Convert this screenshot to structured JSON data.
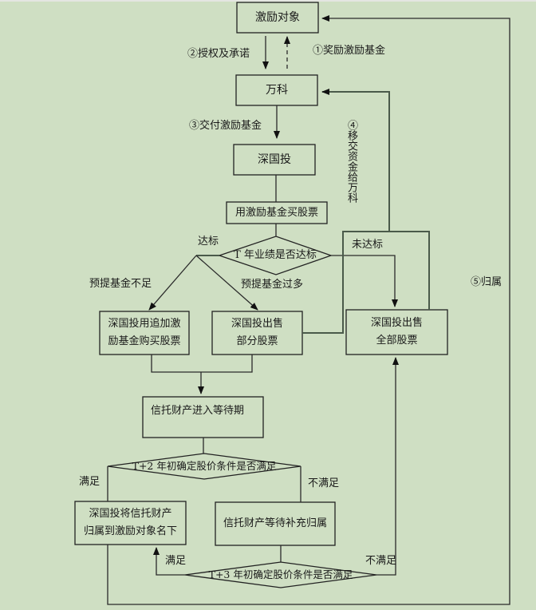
{
  "nodes": {
    "incentive_recipients": "激励对象",
    "vanke": "万科",
    "sgi": "深国投",
    "buy_stock": "用激励基金买股票",
    "decision_t": "T 年业绩是否达标",
    "buy_more_line1": "深国投用追加激",
    "buy_more_line2": "励基金购买股票",
    "sell_part_line1": "深国投出售",
    "sell_part_line2": "部分股票",
    "sell_all_line1": "深国投出售",
    "sell_all_line2": "全部股票",
    "waiting_period": "信托财产进入等待期",
    "decision_t2": "T+2 年初确定股价条件是否满足",
    "vest_line1": "深国投将信托财产",
    "vest_line2": "归属到激励对象名下",
    "await_vest": "信托财产等待补充归属",
    "decision_t3": "T+3 年初确定股价条件是否满足"
  },
  "edge_labels": {
    "step1": "①奖励激励基金",
    "step2": "②授权及承诺",
    "step3": "③交付激励基金",
    "step4": "④移交资金给万科",
    "step5": "⑤归属",
    "met": "达标",
    "not_met": "未达标",
    "insufficient": "预提基金不足",
    "excess": "预提基金过多",
    "t2_yes": "满足",
    "t2_no": "不满足",
    "t3_yes": "满足",
    "t3_no": "不满足"
  }
}
